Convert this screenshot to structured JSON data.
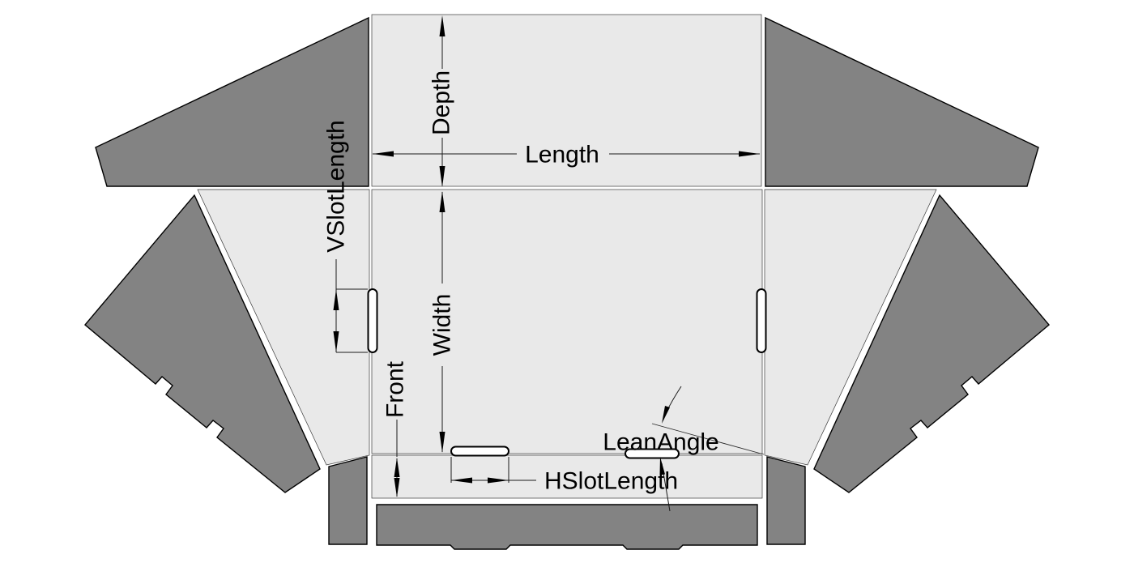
{
  "labels": {
    "depth": "Depth",
    "length": "Length",
    "vslot_length": "VSlotLength",
    "width": "Width",
    "front": "Front",
    "hslot_length": "HSlotLength",
    "lean_angle": "LeanAngle"
  },
  "colors": {
    "background": "#ffffff",
    "panel_fill": "#e9e9e9",
    "flap_fill": "#838383",
    "slot_fill": "#ffffff",
    "outline": "#000000",
    "dimension_line": "#1a1a1a",
    "text": "#000000"
  }
}
